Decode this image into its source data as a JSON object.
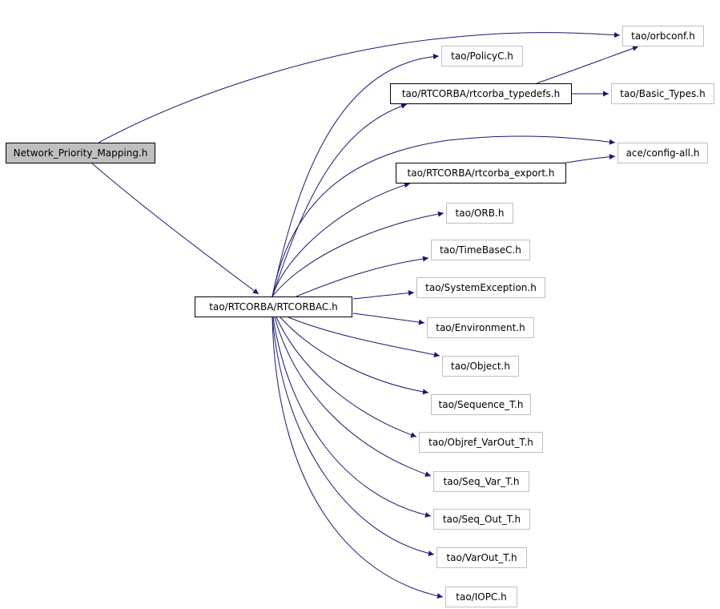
{
  "diagram": {
    "edge_color": "#191970",
    "nodes": {
      "network_priority_mapping": "Network_Priority_Mapping.h",
      "rtcorbac": "tao/RTCORBA/RTCORBAC.h",
      "orbconf": "tao/orbconf.h",
      "policyc": "tao/PolicyC.h",
      "rtcorba_typedefs": "tao/RTCORBA/rtcorba_typedefs.h",
      "basic_types": "tao/Basic_Types.h",
      "config_all": "ace/config-all.h",
      "rtcorba_export": "tao/RTCORBA/rtcorba_export.h",
      "orb": "tao/ORB.h",
      "timebasec": "tao/TimeBaseC.h",
      "systemexception": "tao/SystemException.h",
      "environment": "tao/Environment.h",
      "object": "tao/Object.h",
      "sequence_t": "tao/Sequence_T.h",
      "objref_varout_t": "tao/Objref_VarOut_T.h",
      "seq_var_t": "tao/Seq_Var_T.h",
      "seq_out_t": "tao/Seq_Out_T.h",
      "varout_t": "tao/VarOut_T.h",
      "iopc": "tao/IOPC.h"
    },
    "edges": [
      [
        "network_priority_mapping",
        "orbconf"
      ],
      [
        "network_priority_mapping",
        "rtcorbac"
      ],
      [
        "rtcorbac",
        "policyc"
      ],
      [
        "rtcorbac",
        "rtcorba_typedefs"
      ],
      [
        "rtcorbac",
        "config_all"
      ],
      [
        "rtcorbac",
        "rtcorba_export"
      ],
      [
        "rtcorbac",
        "orb"
      ],
      [
        "rtcorbac",
        "timebasec"
      ],
      [
        "rtcorbac",
        "systemexception"
      ],
      [
        "rtcorbac",
        "environment"
      ],
      [
        "rtcorbac",
        "object"
      ],
      [
        "rtcorbac",
        "sequence_t"
      ],
      [
        "rtcorbac",
        "objref_varout_t"
      ],
      [
        "rtcorbac",
        "seq_var_t"
      ],
      [
        "rtcorbac",
        "seq_out_t"
      ],
      [
        "rtcorbac",
        "varout_t"
      ],
      [
        "rtcorbac",
        "iopc"
      ],
      [
        "rtcorba_typedefs",
        "orbconf"
      ],
      [
        "rtcorba_typedefs",
        "basic_types"
      ],
      [
        "rtcorba_export",
        "config_all"
      ]
    ]
  }
}
